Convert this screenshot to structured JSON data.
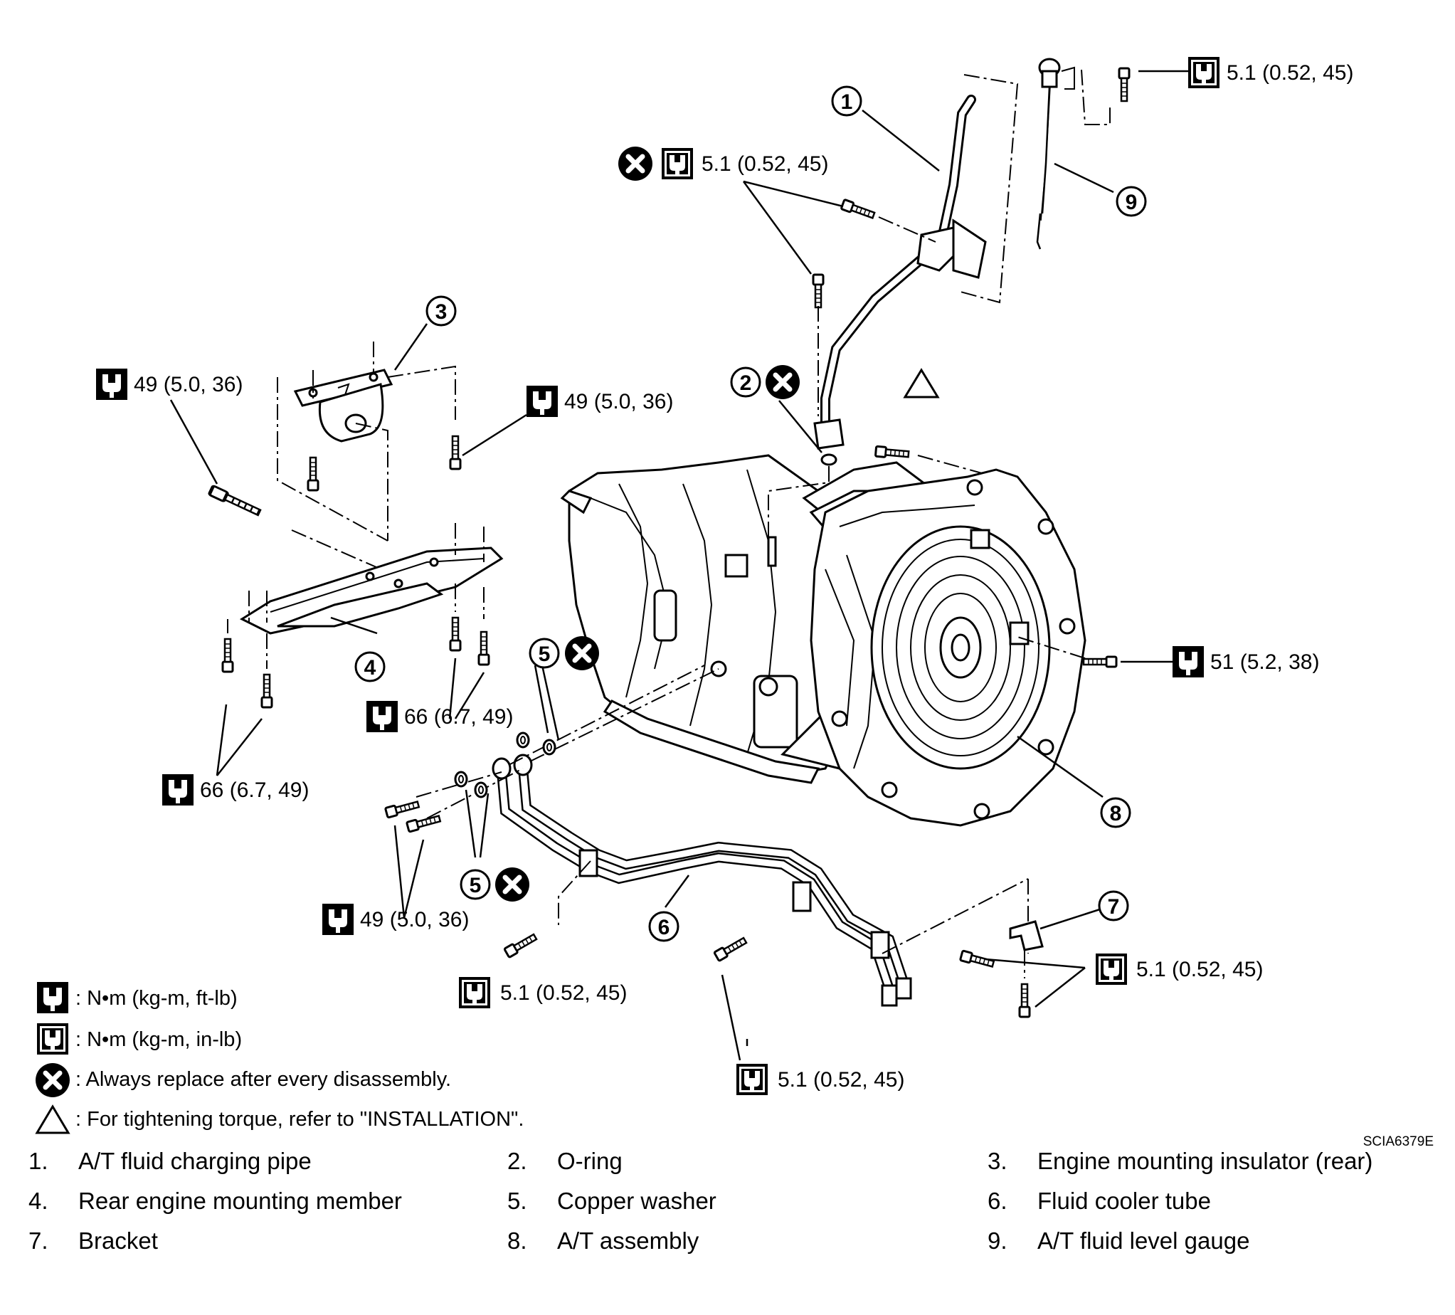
{
  "callouts": [
    {
      "num": "1"
    },
    {
      "num": "2"
    },
    {
      "num": "3"
    },
    {
      "num": "4"
    },
    {
      "num": "5"
    },
    {
      "num": "5"
    },
    {
      "num": "6"
    },
    {
      "num": "7"
    },
    {
      "num": "8"
    },
    {
      "num": "9"
    }
  ],
  "torques": {
    "t_gauge": "5.1 (0.52, 45)",
    "t_pipe": "5.1 (0.52, 45)",
    "t_ins_left": "49 (5.0, 36)",
    "t_ins_right": "49 (5.0, 36)",
    "t_member_right": "66 (6.7, 49)",
    "t_member_left": "66 (6.7, 49)",
    "t_conv": "51 (5.2, 38)",
    "t_cooler_bolts": "49 (5.0, 36)",
    "t_clip_left": "5.1 (0.52, 45)",
    "t_clip_mid": "5.1 (0.52, 45)",
    "t_bracket": "5.1 (0.52, 45)"
  },
  "legend": [
    {
      "icon": "torque-ftlb-icon",
      "text": ": N•m (kg-m, ft-lb)"
    },
    {
      "icon": "torque-inlb-icon",
      "text": ": N•m (kg-m, in-lb)"
    },
    {
      "icon": "replace-icon",
      "text": ": Always replace after every disassembly."
    },
    {
      "icon": "triangle-icon",
      "text": ": For tightening torque, refer to \"INSTALLATION\"."
    }
  ],
  "figure_code": "SCIA6379E",
  "parts": [
    {
      "num": "1.",
      "name": "A/T fluid charging pipe"
    },
    {
      "num": "2.",
      "name": "O-ring"
    },
    {
      "num": "3.",
      "name": "Engine mounting insulator (rear)"
    },
    {
      "num": "4.",
      "name": "Rear engine mounting member"
    },
    {
      "num": "5.",
      "name": "Copper washer"
    },
    {
      "num": "6.",
      "name": "Fluid cooler tube"
    },
    {
      "num": "7.",
      "name": "Bracket"
    },
    {
      "num": "8.",
      "name": "A/T assembly"
    },
    {
      "num": "9.",
      "name": "A/T fluid level gauge"
    }
  ]
}
